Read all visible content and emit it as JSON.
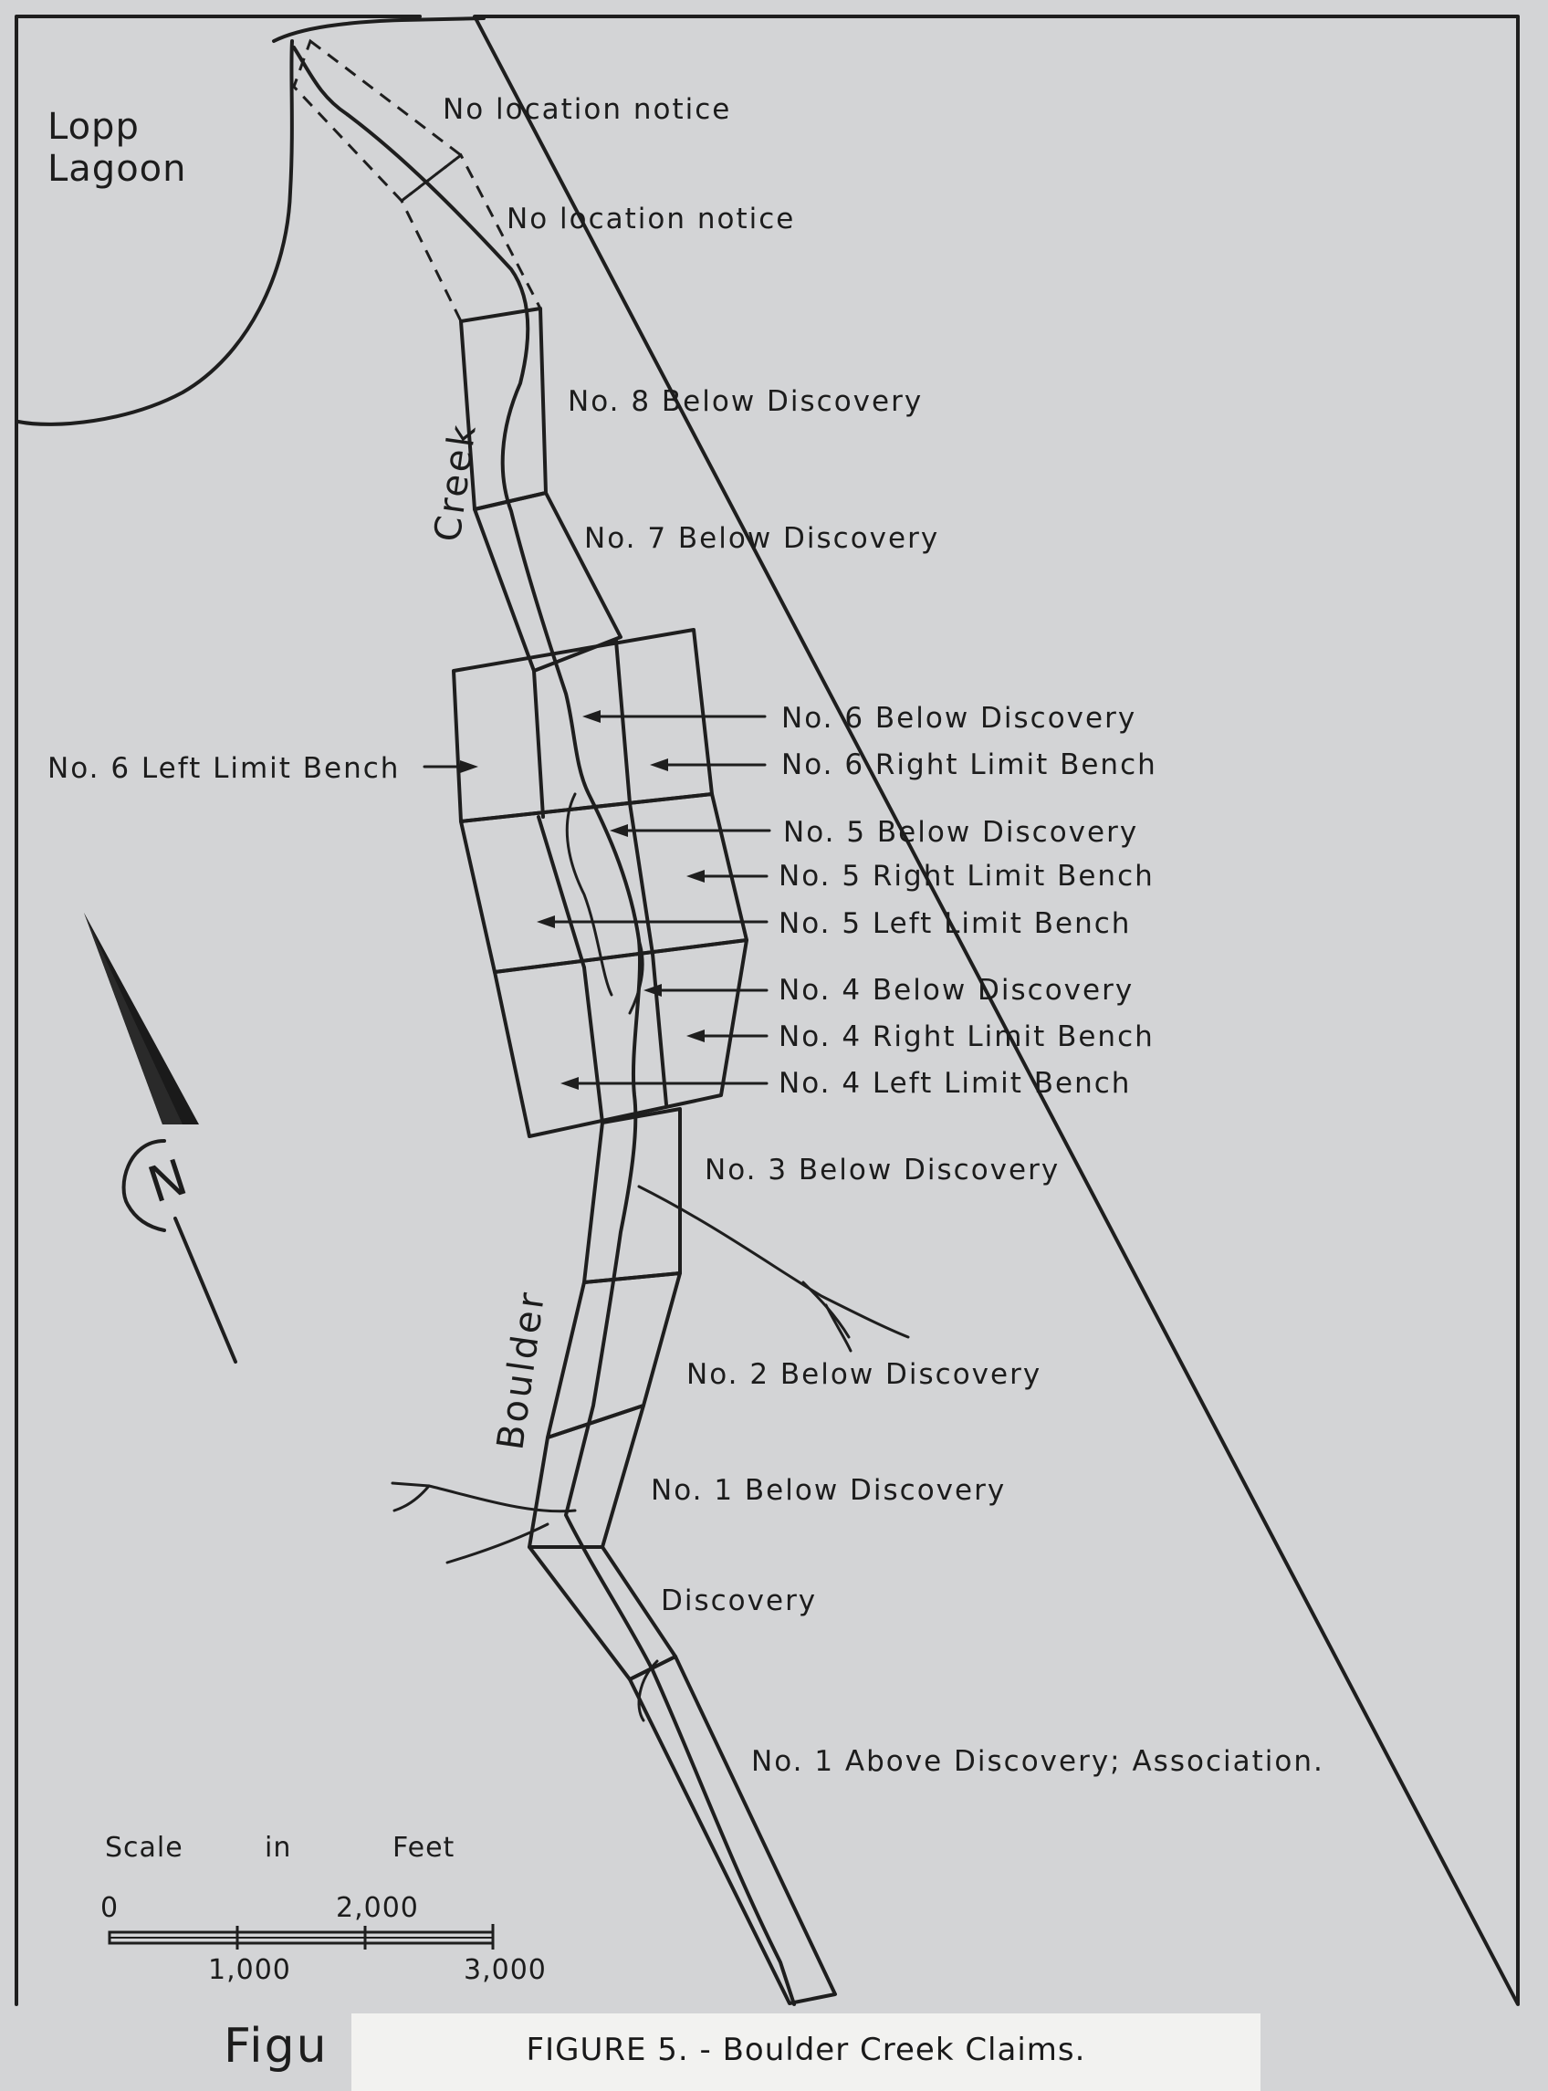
{
  "place_labels": {
    "lagoon_line1": "Lopp",
    "lagoon_line2": "Lagoon",
    "creek_lower": "Boulder",
    "creek_upper": "Creek"
  },
  "claims": [
    "No location notice",
    "No location notice",
    "No. 8  Below  Discovery",
    "No. 7  Below  Discovery",
    "No. 6  Below  Discovery",
    "No. 6  Right  Limit  Bench",
    "No. 6  Left  Limit  Bench",
    "No. 5  Below  Discovery",
    "No. 5  Right  Limit  Bench",
    "No. 5  Left  Limit  Bench",
    "No. 4  Below  Discovery",
    "No. 4  Right  Limit  Bench",
    "No. 4  Left  Limit  Bench",
    "No. 3  Below  Discovery",
    "No. 2  Below  Discovery",
    "No. 1  Below  Discovery",
    "Discovery",
    "No. 1  Above  Discovery;  Association."
  ],
  "scale": {
    "title_scale": "Scale",
    "title_in": "in",
    "title_feet": "Feet",
    "tick_0": "0",
    "tick_1000": "1,000",
    "tick_2000": "2,000",
    "tick_3000": "3,000"
  },
  "north_arrow": {
    "letter": "N"
  },
  "caption": "FIGURE 5. - Boulder Creek Claims.",
  "under_caption_text": "Figu"
}
